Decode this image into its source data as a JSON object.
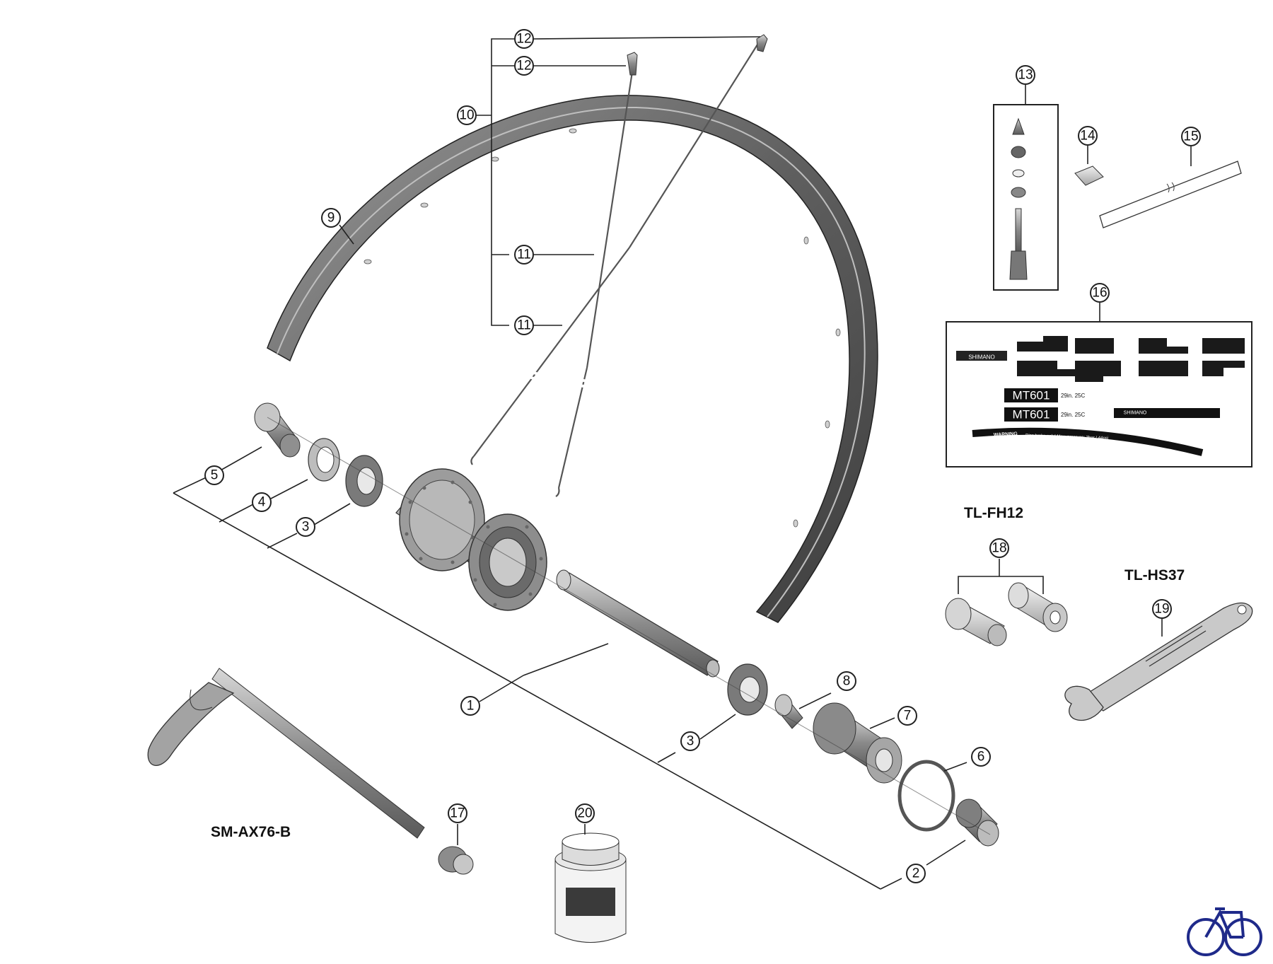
{
  "callouts": [
    "1",
    "2",
    "3",
    "3",
    "4",
    "5",
    "6",
    "7",
    "8",
    "9",
    "10",
    "11",
    "11",
    "12",
    "12",
    "13",
    "14",
    "15",
    "16",
    "17",
    "18",
    "19",
    "20"
  ],
  "tool_labels": {
    "axle": "SM-AX76-B",
    "freehub_tool": "TL-FH12",
    "hub_tool": "TL-HS37"
  },
  "decal": {
    "brand": "SHIMANO",
    "model_1": "MT601",
    "model_2": "MT601",
    "size_1": "29in. 25C",
    "size_2": "29in. 25C",
    "brand_2": "SHIMANO",
    "warning": "WARNING",
    "warning_text": "Disc brake only! Max. pressure: 3bar / 44psi"
  },
  "logo": "bicycle-logo"
}
